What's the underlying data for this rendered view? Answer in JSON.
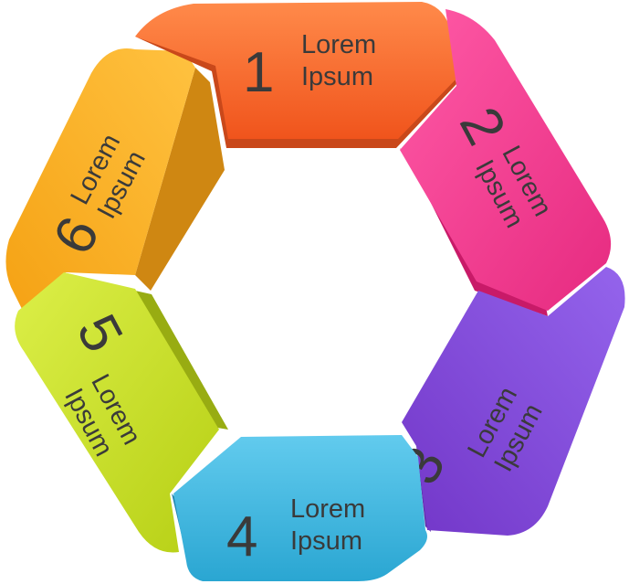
{
  "segments": [
    {
      "number": "1",
      "line1": "Lorem",
      "line2": "Ipsum",
      "color": "#f26a2e",
      "light": "#ff8a4a",
      "shade": "#c9481a"
    },
    {
      "number": "2",
      "line1": "Lorem",
      "line2": "Ipsum",
      "color": "#f5368e",
      "light": "#ff62ab",
      "shade": "#c81a68"
    },
    {
      "number": "3",
      "line1": "Lorem",
      "line2": "Ipsum",
      "color": "#8147d6",
      "light": "#9c6cf0",
      "shade": "#5b2ba8"
    },
    {
      "number": "4",
      "line1": "Lorem",
      "line2": "Ipsum",
      "color": "#3ab4dc",
      "light": "#6ed0ee",
      "shade": "#1f84ad"
    },
    {
      "number": "5",
      "line1": "Lorem",
      "line2": "Ipsum",
      "color": "#c5dc1e",
      "light": "#e0ef5c",
      "shade": "#98ac12"
    },
    {
      "number": "6",
      "line1": "Lorem",
      "line2": "Ipsum",
      "color": "#f9b021",
      "light": "#ffcc50",
      "shade": "#cf8712"
    }
  ]
}
